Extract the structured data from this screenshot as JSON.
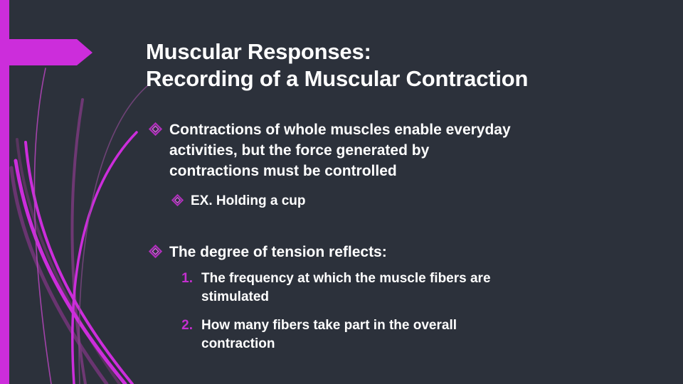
{
  "slide": {
    "background_color": "#2c313b",
    "accent_bright": "#cc2ddb",
    "accent_mid": "#c42fcf",
    "accent_dark": "#7a3a7e",
    "text_color": "#ffffff"
  },
  "decor": {
    "left_bar_name": "left-accent-bar",
    "arrow_name": "magenta-arrow-banner",
    "swoosh_name": "curved-swoosh-lines"
  },
  "title": {
    "line1": "Muscular Responses:",
    "line2": "Recording of a Muscular Contraction"
  },
  "bullets": [
    {
      "level": 1,
      "glyph": "diamond-bullet-icon",
      "lines": [
        "Contractions of whole muscles enable everyday",
        "activities, but the force generated by",
        "contractions must be controlled"
      ]
    },
    {
      "level": 2,
      "glyph": "diamond-bullet-icon",
      "lines": [
        "EX. Holding a cup"
      ]
    },
    {
      "level": 1,
      "glyph": "diamond-bullet-icon",
      "lines": [
        "The degree of tension reflects:"
      ]
    }
  ],
  "numbered": [
    {
      "marker": "1.",
      "lines": [
        "The frequency at which the muscle fibers are",
        "stimulated"
      ]
    },
    {
      "marker": "2.",
      "lines": [
        "How many fibers take part in the overall",
        "contraction"
      ]
    }
  ]
}
